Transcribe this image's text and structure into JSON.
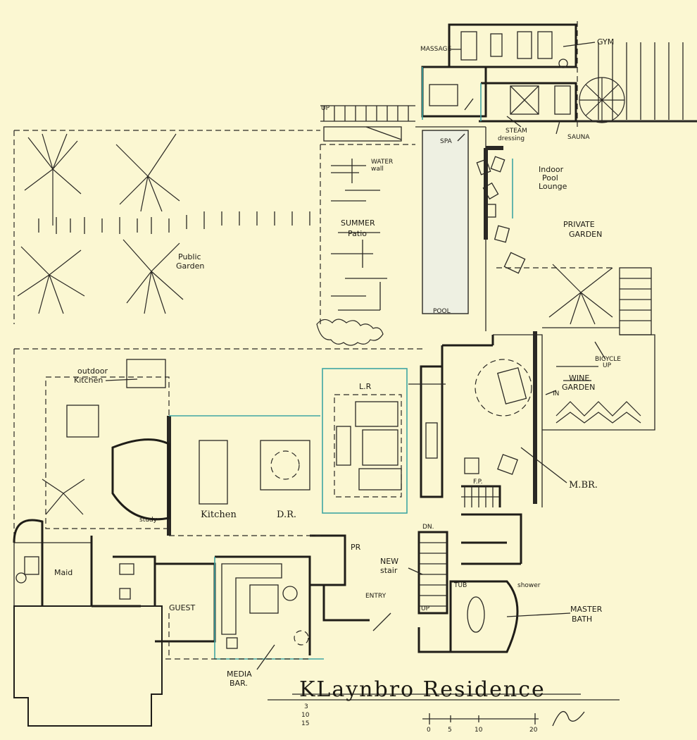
{
  "labels": {
    "massage": "MASSAGE",
    "gym": "GYM",
    "up": "UP",
    "steam_dressing": "STEAM\ndressing",
    "sauna": "SAUNA",
    "spa": "SPA",
    "water_wall": "WATER\nwall",
    "indoor_pool_lounge": "Indoor\nPool\nLounge",
    "private_garden": "PRIVATE\nGARDEN",
    "summer_patio": "SUMMER\nPatio",
    "public_garden": "Public\nGarden",
    "pool": "POOL",
    "outdoor_kitchen": "outdoor\nKitchen",
    "lr": "L.R",
    "bicycle_up": "BICYCLE\nUP",
    "wine_garden": "WINE\nGARDEN",
    "in": "IN",
    "mbr": "M.BR.",
    "kitchen": "Kitchen",
    "dr": "D.R.",
    "study": "study",
    "fp": "F.P.",
    "dn": "DN.",
    "pr": "PR",
    "new_stair": "NEW\nstair",
    "maid": "Maid",
    "guest": "GUEST",
    "entry": "ENTRY",
    "up_stair": "UP",
    "shower": "shower",
    "master_bath": "MASTER\nBATH",
    "tub": "TUB",
    "media_bar": "MEDIA\nBAR.",
    "title": "KLaynbro Residence",
    "date": "3\n10\n15",
    "scale": [
      "0",
      "5",
      "10",
      "20"
    ]
  }
}
